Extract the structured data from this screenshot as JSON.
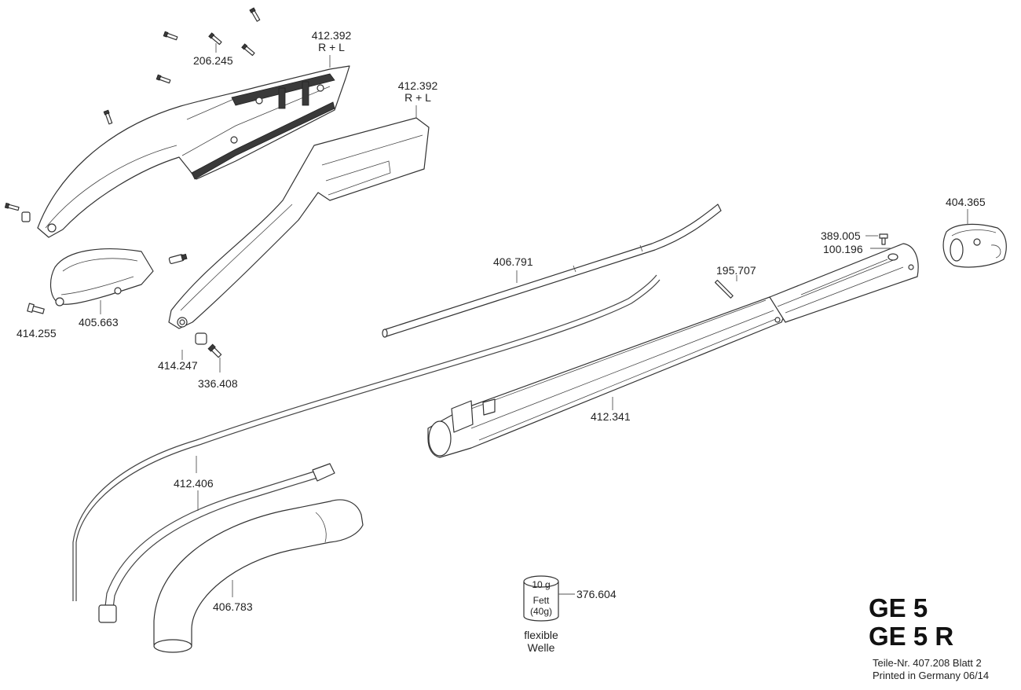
{
  "parts": {
    "p206245": "206.245",
    "p412392_a": "412.392",
    "p412392_a_note": "R + L",
    "p412392_b": "412.392",
    "p412392_b_note": "R + L",
    "p404365": "404.365",
    "p389005": "389.005",
    "p100196": "100.196",
    "p406791": "406.791",
    "p195707": "195.707",
    "p405663": "405.663",
    "p414255": "414.255",
    "p414247": "414.247",
    "p336408": "336.408",
    "p412341": "412.341",
    "p412406": "412.406",
    "p406783": "406.783",
    "p376604": "376.604"
  },
  "grease_can": {
    "weight": "10 g",
    "label_line1": "Fett",
    "label_line2": "(40g)",
    "caption_line1": "flexible",
    "caption_line2": "Welle"
  },
  "title": {
    "line1": "GE 5",
    "line2": "GE 5 R"
  },
  "footer": {
    "part_number": "Teile-Nr. 407.208  Blatt 2",
    "printed": "Printed in Germany 06/14"
  }
}
